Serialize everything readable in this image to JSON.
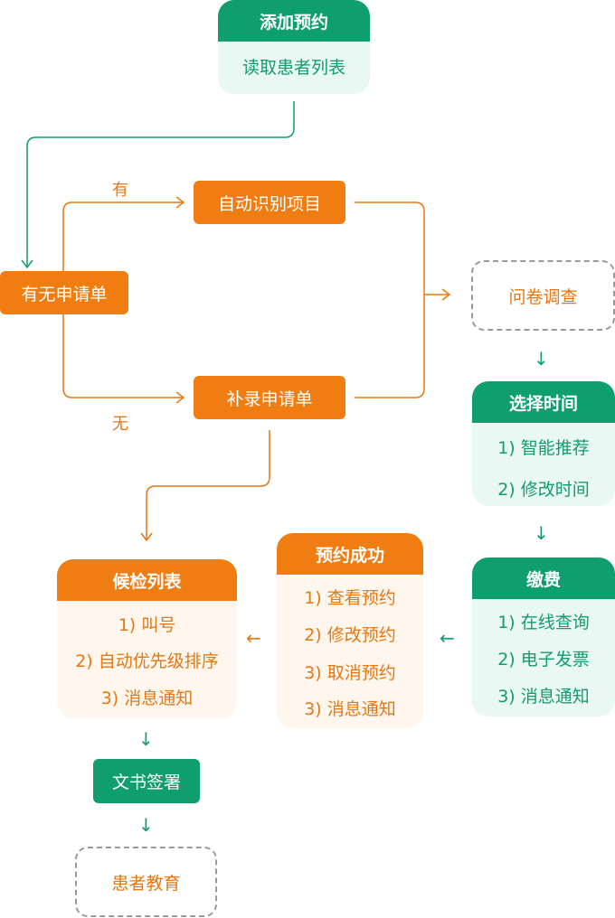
{
  "add_booking": {
    "title": "添加预约",
    "line": "读取患者列表"
  },
  "has_form": {
    "label": "有无申请单"
  },
  "branch": {
    "yes": "有",
    "no": "无"
  },
  "auto_identify": {
    "label": "自动识别项目"
  },
  "supplement_form": {
    "label": "补录申请单"
  },
  "survey": {
    "label": "问卷调查"
  },
  "select_time": {
    "title": "选择时间",
    "items": [
      "1) 智能推荐",
      "2) 修改时间"
    ]
  },
  "payment": {
    "title": "缴费",
    "items": [
      "1) 在线查询",
      "2) 电子发票",
      "3) 消息通知"
    ]
  },
  "booking_success": {
    "title": "预约成功",
    "items": [
      "1) 查看预约",
      "2) 修改预约",
      "3) 取消预约",
      "3) 消息通知"
    ]
  },
  "waiting_list": {
    "title": "候检列表",
    "items": [
      "1) 叫号",
      "2) 自动优先级排序",
      "3) 消息通知"
    ]
  },
  "document_sign": {
    "label": "文书签署"
  },
  "patient_education": {
    "label": "患者教育"
  },
  "arrows": {
    "down": "↓",
    "left": "←"
  },
  "colors": {
    "green": "#0f9f6e",
    "orange": "#f07d12",
    "gray_dashed": "#9a9a9a"
  }
}
